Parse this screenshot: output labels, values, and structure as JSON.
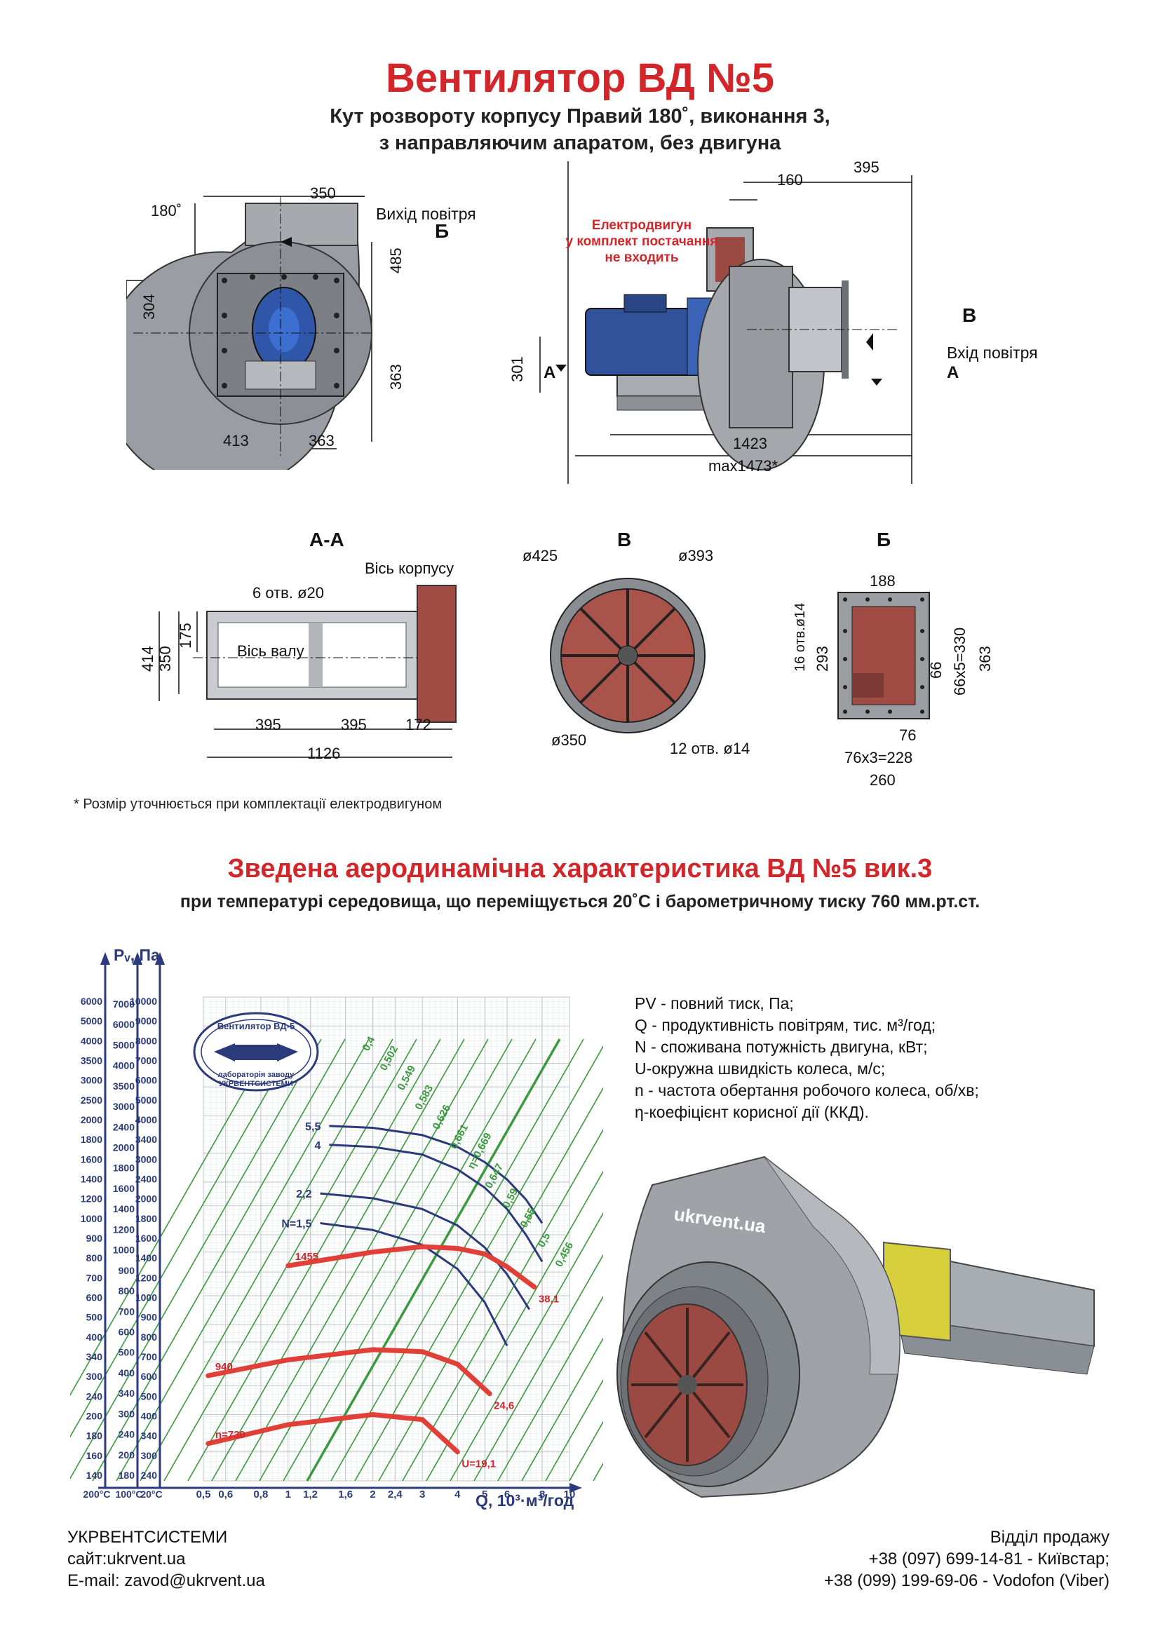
{
  "header": {
    "title": "Вентилятор  ВД №5",
    "subtitle_line1": "Кут розвороту корпусу Правий 180˚, виконання 3,",
    "subtitle_line2": "з направляючим апаратом, без двигуна"
  },
  "front_view": {
    "angle": "180˚",
    "air_out": "Вихід повітря",
    "section_mark": "Б",
    "dims": {
      "d350": "350",
      "d485": "485",
      "d304": "304",
      "d363v": "363",
      "d413": "413",
      "d363h": "363"
    }
  },
  "side_view": {
    "motor_note_l1": "Електродвигун",
    "motor_note_l2": "у комплект постачання",
    "motor_note_l3": "не входить",
    "air_in": "Вхід повітря",
    "mark_b": "В",
    "mark_a_left": "А",
    "mark_a_right": "А",
    "dims": {
      "d160": "160",
      "d395": "395",
      "d301": "301",
      "d1423": "1423",
      "dmax": "max1473*"
    }
  },
  "section_aa": {
    "title": "А-А",
    "housing_axis": "Вісь корпусу",
    "shaft_axis": "Вісь валу",
    "holes": "6 отв. ø20",
    "dims": {
      "d414": "414",
      "d350": "350",
      "d175": "175",
      "d395a": "395",
      "d395b": "395",
      "d172": "172",
      "d1126": "1126"
    }
  },
  "section_v": {
    "title": "В",
    "d425": "ø425",
    "d393": "ø393",
    "d350": "ø350",
    "holes": "12 отв. ø14"
  },
  "section_b": {
    "title": "Б",
    "holes": "16 отв.ø14",
    "dims": {
      "d188": "188",
      "d293": "293",
      "d66": "66",
      "d66x5": "66x5=330",
      "d363": "363",
      "d76": "76",
      "d76x3": "76x3=228",
      "d260": "260"
    }
  },
  "footnote": "* Розмір уточнюється при комплектації електродвигуном",
  "aero_section": {
    "title": "Зведена аеродинамічна характеристика ВД №5 вик.3",
    "subtitle": "при температурі середовища, що переміщується 20˚С і барометричному тиску 760 мм.рт.ст."
  },
  "legend": {
    "lines": [
      "PV - повний тиск, Па;",
      "Q - продуктивність повітрям, тис. м³/год;",
      "N - споживана потужність двигуна, кВт;",
      "U-окружна швидкість колеса, м/с;",
      "n - частота обертання робочого колеса, об/хв;",
      "η-коефіцієнт корисної дії (ККД)."
    ]
  },
  "chart_data": {
    "type": "line",
    "title": "",
    "ylabel": "Pᵥ, Па",
    "xlabel": "Q, 10³·м³/год",
    "x_scale": "log",
    "y_scale": "log",
    "x_ticks": [
      "0,5",
      "0,6",
      "0,8",
      "1",
      "1,2",
      "1,6",
      "2",
      "2,4",
      "3",
      "4",
      "5",
      "6",
      "8",
      "10"
    ],
    "x_tick_values": [
      0.5,
      0.6,
      0.8,
      1,
      1.2,
      1.6,
      2,
      2.4,
      3,
      4,
      5,
      6,
      8,
      10
    ],
    "y_axes": [
      {
        "temp": "200°С",
        "ticks": [
          "6000",
          "5000",
          "4000",
          "3500",
          "3000",
          "2500",
          "2000",
          "1800",
          "1600",
          "1400",
          "1200",
          "1000",
          "900",
          "800",
          "700",
          "600",
          "500",
          "400",
          "340",
          "300",
          "240",
          "200",
          "180",
          "160",
          "140"
        ]
      },
      {
        "temp": "100°С",
        "ticks": [
          "7000",
          "6000",
          "5000",
          "4000",
          "3500",
          "3000",
          "2400",
          "2000",
          "1800",
          "1600",
          "1400",
          "1200",
          "1000",
          "900",
          "800",
          "700",
          "600",
          "500",
          "400",
          "340",
          "300",
          "240",
          "200",
          "180"
        ]
      },
      {
        "temp": "20°С",
        "ticks": [
          "10000",
          "9000",
          "8000",
          "7000",
          "6000",
          "5000",
          "4000",
          "3400",
          "3000",
          "2400",
          "2000",
          "1800",
          "1600",
          "1400",
          "1200",
          "1000",
          "900",
          "800",
          "700",
          "600",
          "500",
          "400",
          "340",
          "300",
          "240"
        ]
      }
    ],
    "stamp_l1": "Вентилятор ВД-5",
    "stamp_l2": "лабораторія заводу",
    "stamp_l3": "УКРВЕНТСИСТЕМИ",
    "speed_curves": [
      {
        "name": "n=730",
        "label": "n=730",
        "end_label": "U=19,1",
        "points": [
          [
            0.52,
            320
          ],
          [
            1.0,
            370
          ],
          [
            2.0,
            400
          ],
          [
            3.0,
            385
          ],
          [
            4.0,
            300
          ]
        ]
      },
      {
        "name": "940",
        "label": "940",
        "end_label": "24,6",
        "points": [
          [
            0.52,
            540
          ],
          [
            1.0,
            610
          ],
          [
            2.0,
            660
          ],
          [
            3.0,
            650
          ],
          [
            4.0,
            590
          ],
          [
            5.2,
            470
          ]
        ]
      },
      {
        "name": "1455",
        "label": "1455",
        "end_label": "38,1",
        "points": [
          [
            1.0,
            1260
          ],
          [
            2.0,
            1400
          ],
          [
            3.0,
            1460
          ],
          [
            4.0,
            1440
          ],
          [
            5.0,
            1380
          ],
          [
            6.0,
            1250
          ],
          [
            7.5,
            1070
          ]
        ]
      }
    ],
    "power_curves": [
      {
        "name": "N=1,5",
        "label": "N=1,5",
        "points": [
          [
            1.3,
            1750
          ],
          [
            2.0,
            1660
          ],
          [
            3.0,
            1480
          ],
          [
            4.0,
            1230
          ],
          [
            5.0,
            950
          ],
          [
            6.0,
            680
          ]
        ]
      },
      {
        "name": "2,2",
        "label": "2,2",
        "points": [
          [
            1.3,
            2200
          ],
          [
            2.0,
            2120
          ],
          [
            3.0,
            1950
          ],
          [
            4.0,
            1720
          ],
          [
            5.0,
            1450
          ],
          [
            6.0,
            1180
          ],
          [
            7.2,
            900
          ]
        ]
      },
      {
        "name": "4",
        "label": "4",
        "points": [
          [
            1.4,
            3200
          ],
          [
            2.0,
            3150
          ],
          [
            3.0,
            2970
          ],
          [
            4.0,
            2650
          ],
          [
            5.0,
            2300
          ],
          [
            6.0,
            1950
          ],
          [
            7.0,
            1600
          ],
          [
            8.0,
            1300
          ]
        ]
      },
      {
        "name": "5,5",
        "label": "5,5",
        "points": [
          [
            1.4,
            3700
          ],
          [
            2.0,
            3650
          ],
          [
            3.0,
            3450
          ],
          [
            4.0,
            3150
          ],
          [
            5.0,
            2800
          ],
          [
            6.0,
            2450
          ],
          [
            7.0,
            2100
          ],
          [
            8.0,
            1750
          ]
        ]
      }
    ],
    "efficiency_labels": [
      "0,4",
      "0,502",
      "0,549",
      "0,583",
      "0,626",
      "0,661",
      "η=0,669",
      "0,647",
      "0,59",
      "0,55",
      "0,5",
      "0,456"
    ]
  },
  "footer": {
    "company": "УКРВЕНТСИСТЕМИ",
    "site": "сайт:ukrvent.ua",
    "email": "E-mail: zavod@ukrvent.ua",
    "sales": "Відділ продажу",
    "phone1": "+38 (097) 699-14-81 - Київстар;",
    "phone2": "+38 (099) 199-69-06 - Vodofon (Viber)"
  },
  "watermark": "ukrvent.ua",
  "colors": {
    "title_red": "#d3262b",
    "navy": "#2b3a7a",
    "green": "#3a9a3e",
    "steel": "#8f949a",
    "rust": "#9b4a43"
  }
}
